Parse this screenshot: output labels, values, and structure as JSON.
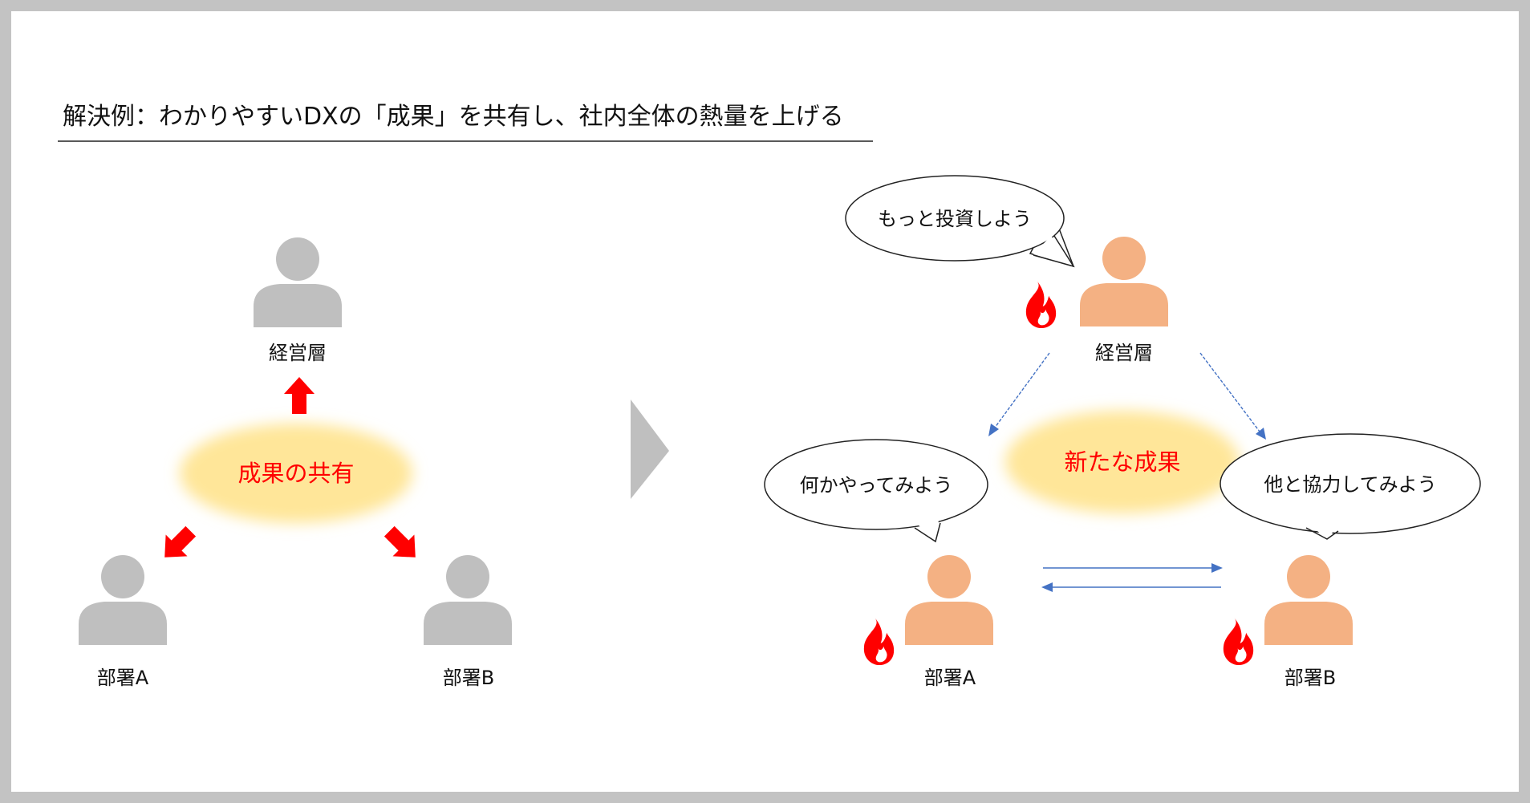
{
  "title": "解決例：わかりやすいDXの「成果」を共有し、社内全体の熱量を上げる",
  "colors": {
    "background_border": "#c3c3c3",
    "person_gray": "#bfbfbf",
    "person_orange": "#f4b183",
    "glow": "#ffe699",
    "arrow_red": "#ff0000",
    "arrow_blue": "#4472c4",
    "flame": "#ff0000",
    "chevron": "#bfbfbf"
  },
  "before": {
    "center_label": "成果の共有",
    "management_label": "経営層",
    "dept_a_label": "部署A",
    "dept_b_label": "部署B"
  },
  "after": {
    "center_label": "新たな成果",
    "management_label": "経営層",
    "dept_a_label": "部署A",
    "dept_b_label": "部署B",
    "management_speech": "もっと投資しよう",
    "dept_a_speech": "何かやってみよう",
    "dept_b_speech": "他と協力してみよう"
  },
  "icons": {
    "person": "person-icon",
    "flame": "flame-icon",
    "chevron": "chevron-right-icon"
  }
}
